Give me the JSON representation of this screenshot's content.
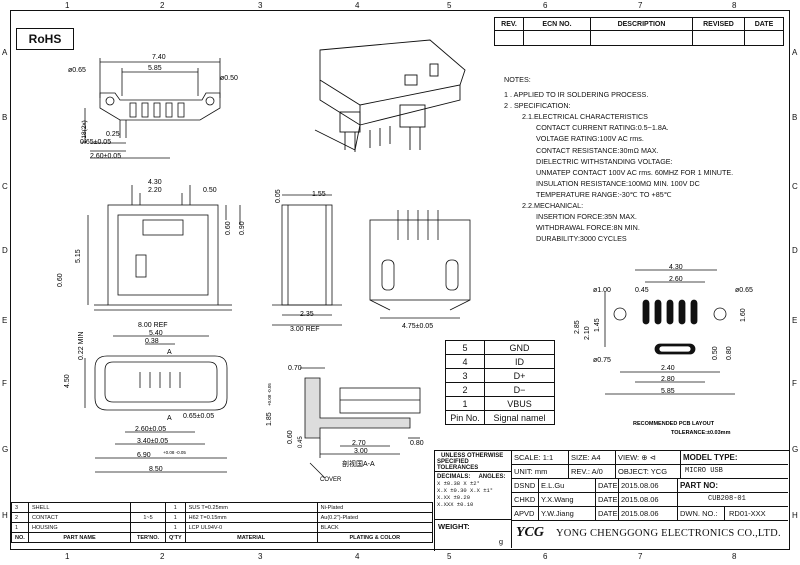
{
  "zone_cols": [
    "1",
    "2",
    "3",
    "4",
    "5",
    "6",
    "7",
    "8"
  ],
  "zone_rows": [
    "A",
    "B",
    "C",
    "D",
    "E",
    "F",
    "G",
    "H"
  ],
  "rohs": "RoHS",
  "revision_header": {
    "rev": "REV.",
    "ecn": "ECN NO.",
    "description": "DESCRIPTION",
    "revised": "REVISED",
    "date": "DATE"
  },
  "notes": {
    "heading": "NOTES:",
    "items": [
      "1 . APPLIED TO IR SOLDERING PROCESS.",
      "2 . SPECIFICATION:",
      "2.1.ELECTRICAL CHARACTERISTICS",
      "CONTACT CURRENT RATING:0.5~1.8A.",
      "VOLTAGE RATING:100V AC rms.",
      "CONTACT RESISTANCE:30mΩ MAX.",
      "DIELECTRIC WITHSTANDING VOLTAGE:",
      "UNMATEP CONTACT 100V AC rms. 60MHZ FOR 1 MINUTE.",
      "INSULATION RESISTANCE:100MΩ MIN. 100V DC",
      "TEMPERATURE RANGE:-30℃ TO +85℃",
      "2.2.MECHANICAL:",
      "INSERTION FORCE:35N MAX.",
      "WITHDRAWAL FORCE:8N MIN.",
      "DURABILITY:3000 CYCLES"
    ]
  },
  "pins": {
    "rows": [
      {
        "no": "5",
        "name": "GND"
      },
      {
        "no": "4",
        "name": "ID"
      },
      {
        "no": "3",
        "name": "D+"
      },
      {
        "no": "2",
        "name": "D−"
      },
      {
        "no": "1",
        "name": "VBUS"
      }
    ],
    "header": {
      "no": "Pin No.",
      "name": "Signal namel"
    }
  },
  "dims": {
    "d740": "7.40",
    "d585": "5.85",
    "d065": "ø0.65",
    "d050": "ø0.50",
    "d118": "1.18(2x)",
    "d025": "0.25",
    "d065b": "0.65±0.05",
    "d260": "2.60±0.05",
    "d430": "4.30",
    "d220": "2.20",
    "d050b": "0.50",
    "d060": "0.60",
    "d090": "0.90",
    "d515": "5.15",
    "d060b": "0.60",
    "d800": "8.00 REF",
    "d005": "0.05",
    "d155": "1.55",
    "d235": "2.35",
    "d300": "3.00 REF",
    "d475": "4.75±0.05",
    "d540": "5.40",
    "d038": "0.38",
    "d022": "0.22 MIN",
    "d450": "4.50",
    "d065c": "0.65±0.05",
    "d260b": "2.60±0.05",
    "d340": "3.40±0.05",
    "d690": "6.90",
    "d690t": "+0.08 -0.05",
    "d850": "8.50",
    "d185": "1.85",
    "d185t": "+0.08 -0.05",
    "d070": "0.70",
    "d060c": "0.60",
    "d045": "0.45",
    "d270": "2.70",
    "d080": "0.80",
    "d300b": "3.00",
    "A": "A",
    "sec_label": "剖视国A-A",
    "cover": "COVER",
    "pcb430": "4.30",
    "pcb260": "2.60",
    "pcb100": "ø1.00",
    "pcb045": "0.45",
    "pcb065": "ø0.65",
    "pcb285": "2.85",
    "pcb210": "2.10",
    "pcb145": "1.45",
    "pcb160": "1.60",
    "pcb075": "ø0.75",
    "pcb240": "2.40",
    "pcb280": "2.80",
    "pcb585": "5.85",
    "pcb050": "0.50",
    "pcb080": "0.80",
    "pcb_title": "RECOMMENDED PCB LAYOUT",
    "pcb_tol": "TOLERANCE:±0.03mm"
  },
  "title_block": {
    "tol_heading1": "UNLESS OTHERWISE",
    "tol_heading2": "SPECIFIED TOLERANCES",
    "decimals": "DECIMALS:",
    "angles": "ANGLES:",
    "tol_x": "X    ±0.38  X  ±2°",
    "tol_xx": "X.X  ±0.30  X.X ±1°",
    "tol_xxx": "X.XX  ±0.20",
    "tol_xxxx": "X.XXX ±0.10",
    "weight": "WEIGHT:",
    "weight_unit": "g",
    "scale": "SCALE: 1:1",
    "size": "SIZE: A4",
    "view": "VIEW:",
    "unit": "UNIT: mm",
    "rev": "REV.: A/0",
    "object": "OBJECT: YCG",
    "dsnd": "DSND",
    "dsnd_name": "E.L.Gu",
    "chkd": "CHKD",
    "chkd_name": "Y.X.Wang",
    "apvd": "APVD",
    "apvd_name": "Y.W.Jiang",
    "date": "DATE",
    "date_val": "2015.08.06",
    "model_type": "MODEL TYPE:",
    "model_val": "MICRO USB",
    "part_no": "PART NO:",
    "part_val": "CUB208-01",
    "dwn_no": "DWN. NO.:",
    "dwn_val": "RD01-XXX",
    "logo": "YCG",
    "company": "YONG CHENGGONG ELECTRONICS CO.,LTD."
  },
  "bom": {
    "rows": [
      {
        "no": "3",
        "name": "SHELL",
        "ter": "",
        "qty": "1",
        "mat": "SUS  T=0.25mm",
        "plat": "Ni-Plated"
      },
      {
        "no": "2",
        "name": "CONTACT",
        "ter": "1~5",
        "qty": "1",
        "mat": "H62  T=0.15mm",
        "plat": "Au(0.2\")-Plated"
      },
      {
        "no": "1",
        "name": "HOUSING",
        "ter": "",
        "qty": "1",
        "mat": "LCP  UL94V-0",
        "plat": "BLACK"
      }
    ],
    "header": {
      "no": "NO.",
      "name": "PART NAME",
      "ter": "TER'NO.",
      "qty": "Q'TY",
      "mat": "MATERIAL",
      "plat": "PLATING & COLOR"
    }
  }
}
